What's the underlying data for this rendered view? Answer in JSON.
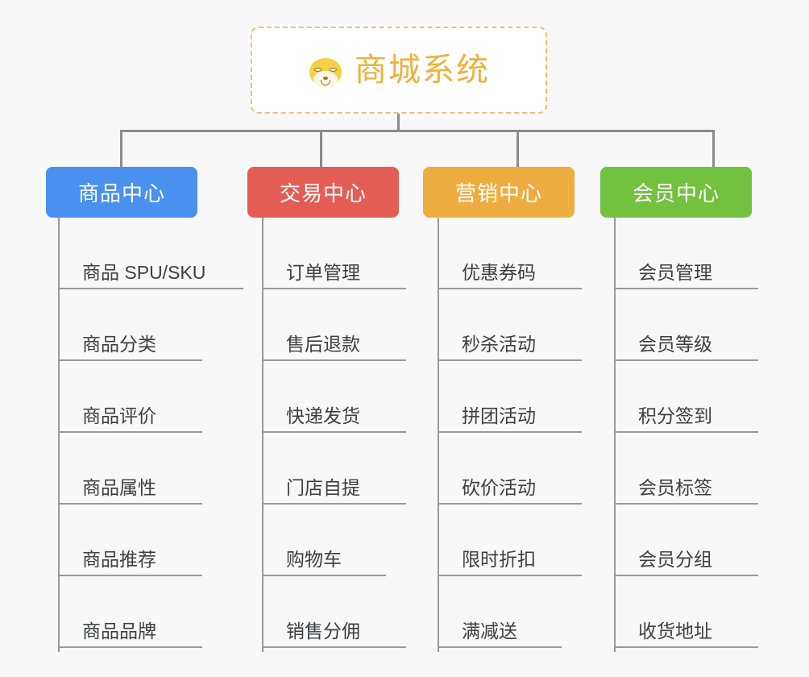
{
  "root": {
    "title": "商城系统",
    "icon": "shiba-dog-icon",
    "border_color": "#f0c078",
    "text_color": "#efb13c",
    "background": "#ffffff"
  },
  "canvas": {
    "background": "#f8f8f8",
    "connector_color": "#8c8c8c",
    "leaf_line_color": "#9a9a9a"
  },
  "branches": [
    {
      "label": "商品中心",
      "color": "#4a90ee",
      "items": [
        "商品 SPU/SKU",
        "商品分类",
        "商品评价",
        "商品属性",
        "商品推荐",
        "商品品牌"
      ]
    },
    {
      "label": "交易中心",
      "color": "#e45d55",
      "items": [
        "订单管理",
        "售后退款",
        "快递发货",
        "门店自提",
        "购物车",
        "销售分佣"
      ]
    },
    {
      "label": "营销中心",
      "color": "#edad41",
      "items": [
        "优惠券码",
        "秒杀活动",
        "拼团活动",
        "砍价活动",
        "限时折扣",
        "满减送"
      ]
    },
    {
      "label": "会员中心",
      "color": "#72c13f",
      "items": [
        "会员管理",
        "会员等级",
        "积分签到",
        "会员标签",
        "会员分组",
        "收货地址"
      ]
    }
  ]
}
